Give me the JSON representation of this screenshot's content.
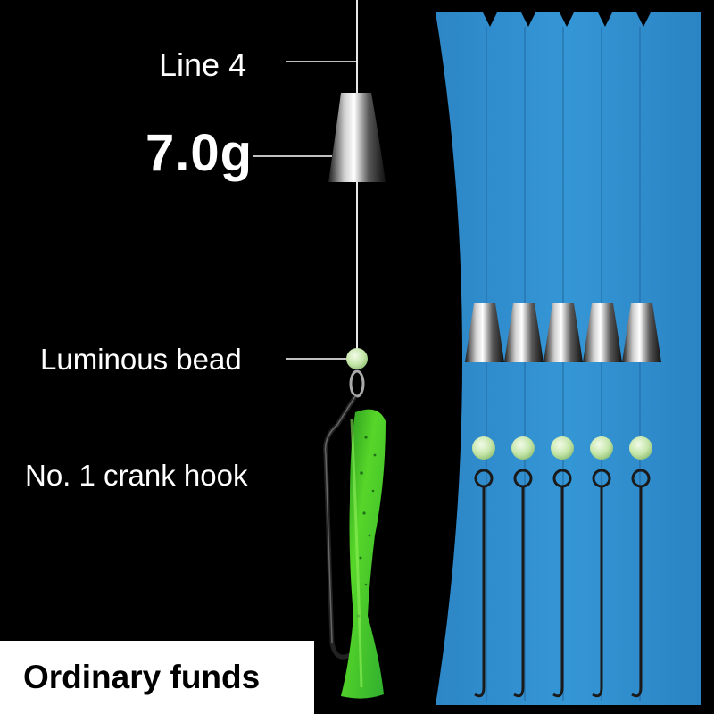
{
  "labels": {
    "line": "Line 4",
    "weight": "7.0g",
    "bead": "Luminous bead",
    "hook": "No. 1 crank hook"
  },
  "badge": {
    "text": "Ordinary funds"
  },
  "rig_count": 5,
  "colors": {
    "background": "#000000",
    "card": "#2f8fd0",
    "bead": "#c9e7b0",
    "lure_green": "#4fd127"
  }
}
